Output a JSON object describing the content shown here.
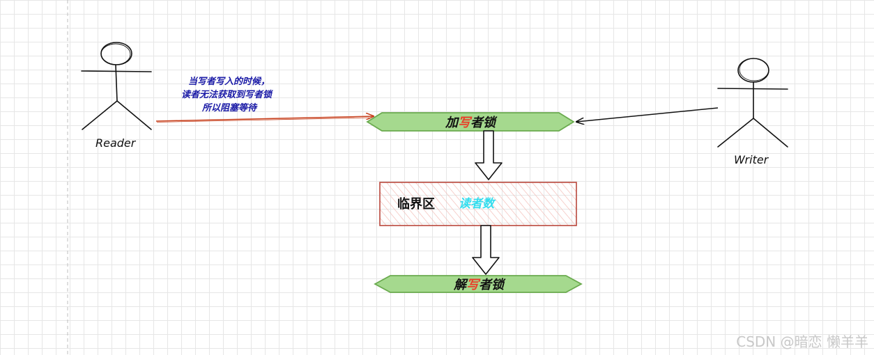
{
  "reader": {
    "label": "Reader"
  },
  "writer": {
    "label": "Writer"
  },
  "note": {
    "lines": [
      "当写者写入的时候，",
      "读者无法获取到写者锁",
      "所以阻塞等待"
    ],
    "color": "#1a1aa6"
  },
  "lock_acquire": {
    "prefix": "加",
    "highlight": "写",
    "suffix": "者锁"
  },
  "critical_section": {
    "label": "临界区",
    "counter": "读者数",
    "counter_color": "#33ddee"
  },
  "lock_release": {
    "prefix": "解",
    "highlight": "写",
    "suffix": "者锁"
  },
  "colors": {
    "lock_fill": "#a5d98e",
    "lock_stroke": "#6aaa4e",
    "highlight": "#e8402a",
    "crit_stroke": "#b9473c",
    "hatch": "#f2b8b2",
    "reader_arrow": "#c7401d"
  },
  "watermark": "CSDN @暗恋 懒羊羊"
}
